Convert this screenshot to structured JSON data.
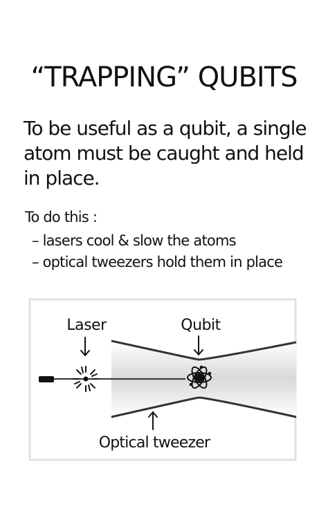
{
  "title": "“TRAPPING” QUBITS",
  "intro": "To be useful as a qubit, a single atom must be caught and held in place.",
  "how": {
    "heading": "To do this :",
    "steps": [
      "lasers cool & slow the atoms",
      "optical tweezers hold them in place"
    ]
  },
  "diagram": {
    "labels": {
      "laser": "Laser",
      "qubit": "Qubit",
      "tweezer": "Optical tweezer"
    }
  }
}
